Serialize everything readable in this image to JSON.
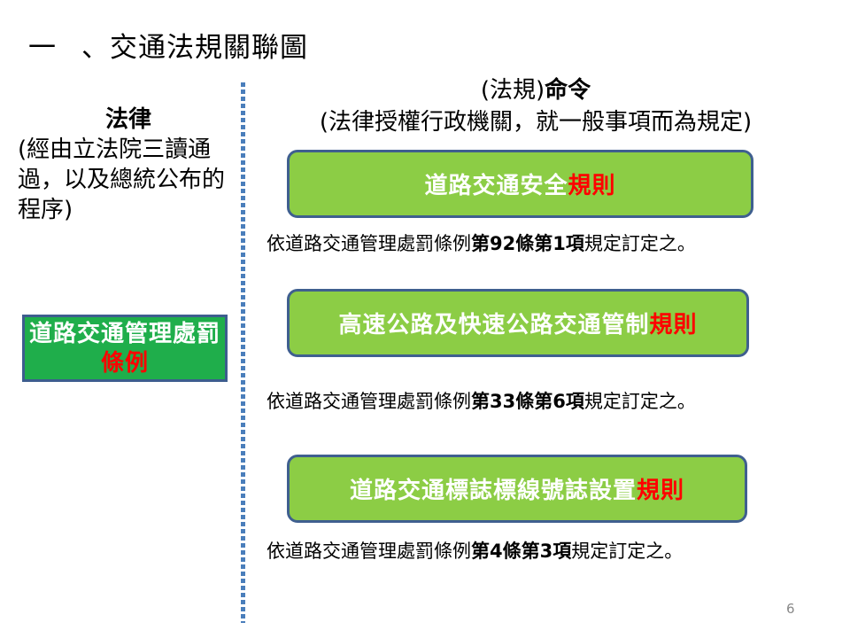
{
  "slide": {
    "title_number": "一",
    "title_text": "、交通法規關聯圖",
    "page_number": "6"
  },
  "law": {
    "heading": "法律",
    "description": "(經由立法院三讀通過，以及總統公布的程序)",
    "box": {
      "main": "道路交通管理處罰",
      "highlight": "條例"
    }
  },
  "regulation": {
    "heading_prefix": "(法規)",
    "heading_bold": "命令",
    "description": "(法律授權行政機關，就一般事項而為規定)"
  },
  "rules": [
    {
      "name_main": "道路交通安全",
      "name_highlight": "規則",
      "basis_prefix": "依道路交通管理處罰條例",
      "basis_bold": "第92條第1項",
      "basis_suffix": "規定訂定之。"
    },
    {
      "name_main": "高速公路及快速公路交通管制",
      "name_highlight": "規則",
      "basis_prefix": "依道路交通管理處罰條例",
      "basis_bold": "第33條第6項",
      "basis_suffix": "規定訂定之。"
    },
    {
      "name_main": "道路交通標誌標線號誌設置",
      "name_highlight": "規則",
      "basis_prefix": "依道路交通管理處罰條例",
      "basis_bold": "第4條第3項",
      "basis_suffix": "規定訂定之。"
    }
  ],
  "colors": {
    "rule_box_fill": "#8ccd45",
    "law_box_fill": "#1fae4b",
    "box_border": "#3f5f8f",
    "highlight": "#ff0000",
    "divider": "#4a7ebb"
  }
}
